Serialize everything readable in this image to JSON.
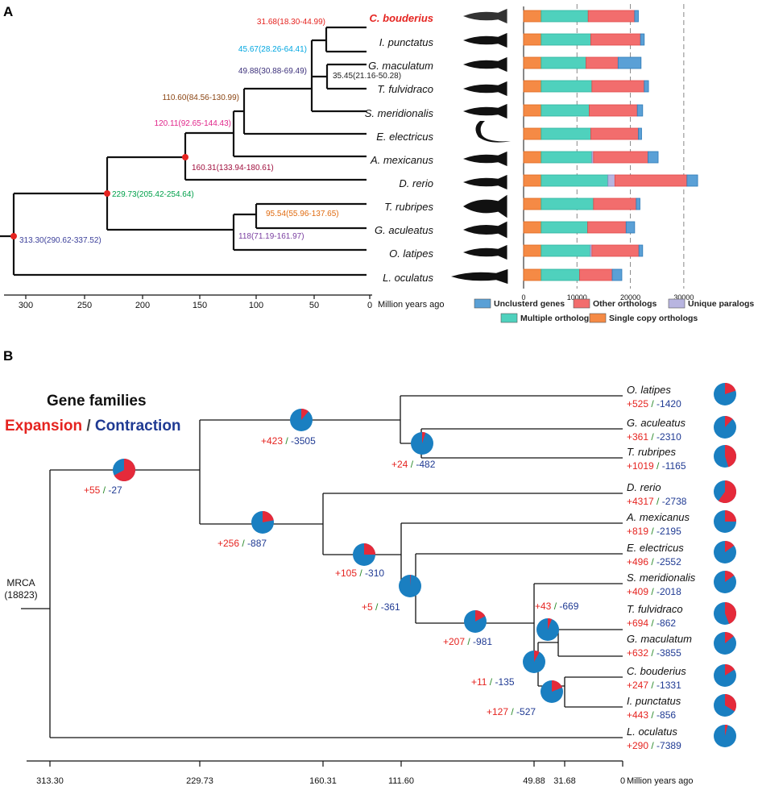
{
  "panel_a": {
    "label": "A",
    "species": [
      "C. bouderius",
      "I. punctatus",
      "G. maculatum",
      "T. fulvidraco",
      "S. meridionalis",
      "E. electricus",
      "A. mexicanus",
      "D. rerio",
      "T. rubripes",
      "G. aculeatus",
      "O. latipes",
      "L. oculatus"
    ],
    "highlight_species": "C. bouderius",
    "node_labels": [
      {
        "text": "31.68(18.30-44.99)",
        "color": "#e52420"
      },
      {
        "text": "45.67(28.26-64.41)",
        "color": "#00a6e0"
      },
      {
        "text": "35.45(21.16-50.28)",
        "color": "#222222"
      },
      {
        "text": "49.88(30.88-69.49)",
        "color": "#3b2f7a"
      },
      {
        "text": "110.60(84.56-130.99)",
        "color": "#8b4513"
      },
      {
        "text": "120.11(92.65-144.43)",
        "color": "#e0258a"
      },
      {
        "text": "160.31(133.94-180.61)",
        "color": "#a0103e"
      },
      {
        "text": "229.73(205.42-254.64)",
        "color": "#00a04a"
      },
      {
        "text": "95.54(55.96-137.65)",
        "color": "#e06b10"
      },
      {
        "text": "313.30(290.62-337.52)",
        "color": "#3b3f9a"
      },
      {
        "text": "118(71.19-161.97)",
        "color": "#7a3fa0"
      }
    ],
    "time_axis": {
      "ticks": [
        "300",
        "250",
        "200",
        "150",
        "100",
        "50",
        "0"
      ],
      "unit": "Million years ago"
    },
    "gene_axis": {
      "ticks": [
        "0",
        "10000",
        "20000",
        "30000"
      ]
    },
    "legend": [
      {
        "name": "Unclusterd genes",
        "color": "#5aa0d6"
      },
      {
        "name": "Other orthologs",
        "color": "#f26d6d"
      },
      {
        "name": "Unique paralogs",
        "color": "#b8b5e0"
      },
      {
        "name": "Multiple orthologs",
        "color": "#4fd1bd"
      },
      {
        "name": "Single copy orthologs",
        "color": "#f58a45"
      }
    ]
  },
  "chart_data": {
    "type": "bar",
    "stacked": true,
    "categories": [
      "C. bouderius",
      "I. punctatus",
      "G. maculatum",
      "T. fulvidraco",
      "S. meridionalis",
      "E. electricus",
      "A. mexicanus",
      "D. rerio",
      "T. rubripes",
      "G. aculeatus",
      "O. latipes",
      "L. oculatus"
    ],
    "series": [
      {
        "name": "Single copy orthologs",
        "values": [
          3300,
          3300,
          3300,
          3300,
          3300,
          3300,
          3300,
          3300,
          3300,
          3300,
          3300,
          3300
        ]
      },
      {
        "name": "Multiple orthologs",
        "values": [
          8800,
          9300,
          8400,
          9500,
          9000,
          9300,
          9500,
          12500,
          9800,
          8700,
          9200,
          7200
        ]
      },
      {
        "name": "Unique paralogs",
        "values": [
          0,
          0,
          0,
          0,
          0,
          0,
          300,
          1300,
          0,
          0,
          300,
          0
        ]
      },
      {
        "name": "Other orthologs",
        "values": [
          8700,
          9300,
          6000,
          9800,
          9000,
          8900,
          10200,
          13500,
          8000,
          7200,
          8800,
          6100
        ]
      },
      {
        "name": "Unclusterd genes",
        "values": [
          700,
          700,
          4300,
          800,
          1000,
          600,
          1900,
          2000,
          700,
          1600,
          700,
          1800
        ]
      }
    ],
    "xlim": [
      0,
      35000
    ],
    "xticks": [
      0,
      10000,
      20000,
      30000
    ],
    "grid": true,
    "legend_position": "bottom"
  },
  "panel_b": {
    "label": "B",
    "title": "Gene families",
    "exp_word": "Expansion",
    "sep": " / ",
    "con_word": "Contraction",
    "root_label": "MRCA",
    "root_count": "(18823)",
    "leaves": [
      {
        "name": "O. latipes",
        "exp": "+525",
        "con": "-1420",
        "frac": 0.2
      },
      {
        "name": "G. aculeatus",
        "exp": "+361",
        "con": "-2310",
        "frac": 0.12
      },
      {
        "name": "T. rubripes",
        "exp": "+1019",
        "con": "-1165",
        "frac": 0.45
      },
      {
        "name": "D. rerio",
        "exp": "+4317",
        "con": "-2738",
        "frac": 0.6
      },
      {
        "name": "A. mexicanus",
        "exp": "+819",
        "con": "-2195",
        "frac": 0.25
      },
      {
        "name": "E. electricus",
        "exp": "+496",
        "con": "-2552",
        "frac": 0.15
      },
      {
        "name": "S. meridionalis",
        "exp": "+409",
        "con": "-2018",
        "frac": 0.15
      },
      {
        "name": "T. fulvidraco",
        "exp": "+694",
        "con": "-862",
        "frac": 0.44
      },
      {
        "name": "G. maculatum",
        "exp": "+632",
        "con": "-3855",
        "frac": 0.14
      },
      {
        "name": "C. bouderius",
        "exp": "+247",
        "con": "-1331",
        "frac": 0.16
      },
      {
        "name": "I. punctatus",
        "exp": "+443",
        "con": "-856",
        "frac": 0.34
      },
      {
        "name": "L. oculatus",
        "exp": "+290",
        "con": "-7389",
        "frac": 0.04
      }
    ],
    "internal": [
      {
        "exp": "+55",
        "con": "-27",
        "frac": 0.67
      },
      {
        "exp": "+423",
        "con": "-3505",
        "frac": 0.11
      },
      {
        "exp": "+24",
        "con": "-482",
        "frac": 0.05
      },
      {
        "exp": "+256",
        "con": "-887",
        "frac": 0.22
      },
      {
        "exp": "+105",
        "con": "-310",
        "frac": 0.25
      },
      {
        "exp": "+5",
        "con": "-361",
        "frac": 0.01
      },
      {
        "exp": "+207",
        "con": "-981",
        "frac": 0.17
      },
      {
        "exp": "+43",
        "con": "-669",
        "frac": 0.06
      },
      {
        "exp": "+11",
        "con": "-135",
        "frac": 0.08
      },
      {
        "exp": "+127",
        "con": "-527",
        "frac": 0.19
      }
    ],
    "time_axis": {
      "ticks": [
        "313.30",
        "229.73",
        "160.31",
        "111.60",
        "49.88",
        "31.68",
        "0"
      ],
      "unit": "Million years ago"
    },
    "colors": {
      "expansion": "#e52420",
      "contraction": "#1f3a93",
      "pie_blue": "#1a7fc1",
      "pie_red": "#e52a3a"
    }
  }
}
